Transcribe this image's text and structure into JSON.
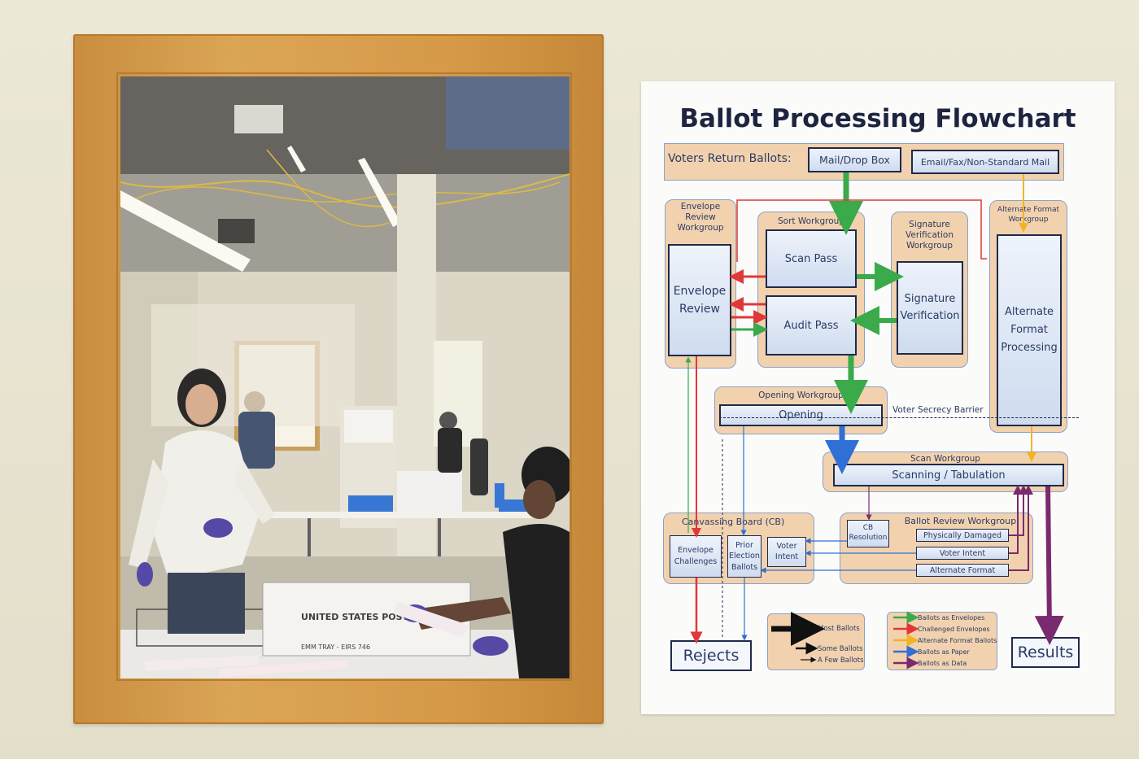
{
  "poster": {
    "title": "Ballot Processing Flowchart",
    "voters_label": "Voters Return Ballots:",
    "mail_box": "Mail/Drop Box",
    "email_box": "Email/Fax/Non-Standard Mail",
    "envelope_group": "Envelope Review Workgroup",
    "envelope_review": "Envelope Review",
    "sort_group": "Sort Workgroup",
    "scan_pass": "Scan Pass",
    "audit_pass": "Audit Pass",
    "sig_group": "Signature Verification Workgroup",
    "sig_box": "Signature Verification",
    "alt_group": "Alternate Format Workgroup",
    "alt_box": "Alternate Format Processing",
    "opening_group": "Opening Workgroup",
    "opening": "Opening",
    "secrecy_barrier": "Voter Secrecy Barrier",
    "scan_group": "Scan Workgroup",
    "scanning": "Scanning / Tabulation",
    "canvass_group": "Canvassing Board (CB)",
    "env_challenges": "Envelope Challenges",
    "prior_ballots": "Prior Election Ballots",
    "voter_intent_cb": "Voter Intent",
    "cb_resolution": "CB Resolution",
    "review_group": "Ballot Review Workgroup",
    "phys_damaged": "Physically Damaged",
    "voter_intent": "Voter Intent",
    "alt_format": "Alternate Format",
    "rejects": "Rejects",
    "results": "Results",
    "legend_size": [
      "Most Ballots",
      "Some Ballots",
      "A Few Ballots"
    ],
    "legend_color": [
      {
        "label": "Ballots as Envelopes",
        "color": "#3aaa4a"
      },
      {
        "label": "Challenged Envelopes",
        "color": "#e0383a"
      },
      {
        "label": "Alternate Format Ballots",
        "color": "#f0b429"
      },
      {
        "label": "Ballots as Paper",
        "color": "#2f6fd6"
      },
      {
        "label": "Ballots as Data",
        "color": "#7a2a6e"
      }
    ]
  },
  "photo": {
    "tray_label": "UNITED STATES POSTAL SERVICE",
    "tray_label2": "EMM TRAY - EIRS 746"
  }
}
